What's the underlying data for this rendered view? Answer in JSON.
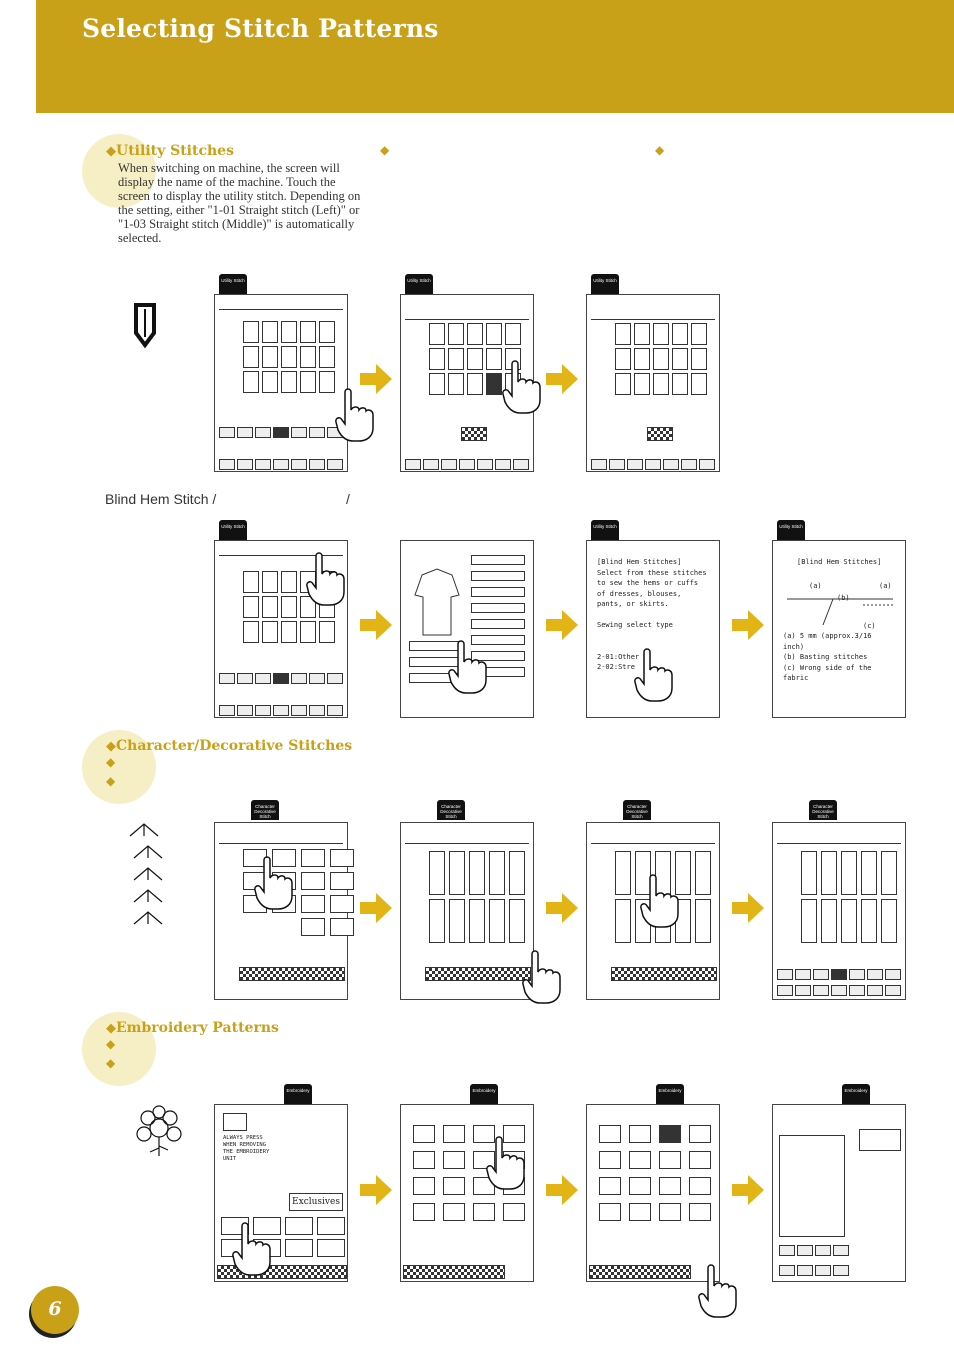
{
  "page": {
    "title": "Selecting Stitch Patterns",
    "page_number": "6",
    "accent_color": "#c9a118"
  },
  "utility": {
    "title": "Utility Stitches",
    "description": "When switching on machine, the screen will display the name of the machine. Touch the screen to display the utility stitch. Depending on the setting, either \"1-01 Straight stitch (Left)\" or \"1-03 Straight stitch (Middle)\" is automatically selected.",
    "blind_hem_label": "Blind Hem Stitch /",
    "blind_hem_slash": "/",
    "tab_label": "Utility Stitch"
  },
  "blind_hem": {
    "screen3_lines": [
      "[Blind Hem Stitches]",
      "Select from these stitches",
      "to sew the hems or cuffs",
      "of dresses, blouses,",
      "pants, or skirts.",
      "",
      "Sewing select type",
      "",
      "",
      "2-01:Other",
      "2-02:Stre"
    ],
    "screen4_lines": [
      "[Blind Hem Stitches]",
      "(a)",
      "(b)",
      "(a)",
      "(c)",
      "(a) 5 mm (approx.3/16",
      "inch)",
      "(b) Basting stitches",
      "(c) Wrong side of the",
      "fabric"
    ]
  },
  "character": {
    "title": "Character/Decorative Stitches",
    "tab_label": "Character Decorative Stitch"
  },
  "embroidery": {
    "title": "Embroidery Patterns",
    "tab_label": "Embroidery",
    "screen1_lines": [
      "ALWAYS PRESS",
      "WHEN REMOVING",
      "THE EMBROIDERY",
      "UNIT"
    ],
    "exclusives_label": "Exclusives"
  },
  "icons": [
    "diamond-bullet-icon",
    "straight-stitch-icon",
    "right-arrow-icon",
    "hand-pointer-icon",
    "decorative-stitch-icon",
    "flower-embroidery-icon"
  ]
}
